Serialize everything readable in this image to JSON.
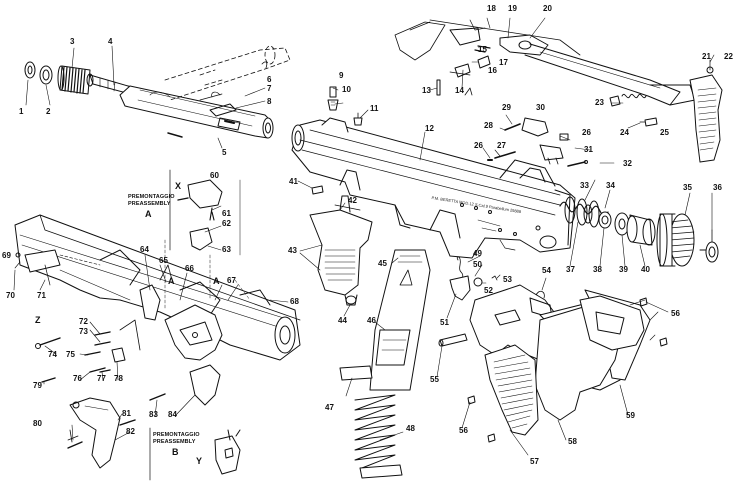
{
  "diagram": {
    "part_numbers": [
      "1",
      "2",
      "3",
      "4",
      "5",
      "6",
      "7",
      "8",
      "9",
      "10",
      "11",
      "12",
      "13",
      "14",
      "15",
      "16",
      "17",
      "18",
      "19",
      "20",
      "21",
      "22",
      "23",
      "24",
      "25",
      "26",
      "26",
      "27",
      "28",
      "29",
      "30",
      "31",
      "32",
      "33",
      "34",
      "35",
      "36",
      "37",
      "38",
      "39",
      "40",
      "41",
      "42",
      "43",
      "44",
      "45",
      "46",
      "47",
      "48",
      "49",
      "50",
      "51",
      "52",
      "53",
      "54",
      "55",
      "56",
      "56",
      "57",
      "58",
      "59",
      "60",
      "61",
      "62",
      "63",
      "64",
      "65",
      "66",
      "67",
      "68",
      "69",
      "70",
      "71",
      "72",
      "73",
      "74",
      "75",
      "76",
      "77",
      "78",
      "79",
      "80",
      "81",
      "82",
      "83",
      "84"
    ],
    "assembly_a": {
      "title_it": "PREMONTAGGIO",
      "title_en": "PREASSEMBLY",
      "letter": "A"
    },
    "assembly_b": {
      "title_it": "PREMONTAGGIO",
      "title_en": "PREASSEMBLY",
      "letter": "B"
    },
    "letters": {
      "x": "X",
      "y": "Y",
      "z": "Z",
      "a_left": "A",
      "a_right": "A"
    },
    "receiver_engraving": "P.M. BERETTA MOD.12 S  Cal.9 Parabellum   29888"
  }
}
